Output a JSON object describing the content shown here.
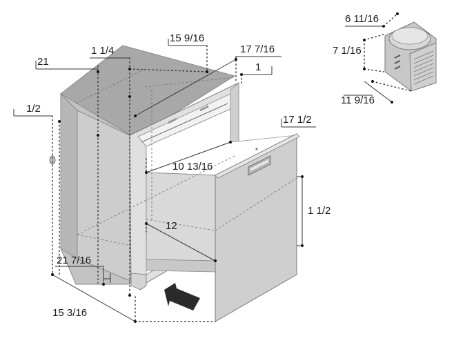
{
  "diagram": {
    "labels": {
      "top_depth": "15 9/16",
      "top_width": "17 7/16",
      "top_right_offset": "1",
      "top_left_offset": "1 1/4",
      "left_depth": "21",
      "left_offset": "1/2",
      "bottom_depth": "21 7/16",
      "bottom_width": "15 3/16",
      "drawer_front_width": "17 1/2",
      "drawer_opening": "10 13/16",
      "drawer_depth": "12",
      "drawer_height": "1 1/2",
      "unit_height": "6 11/16",
      "unit_depth": "7 1/16",
      "unit_width": "11 9/16"
    },
    "colors": {
      "cabinet_side": "#c9c9c9",
      "cabinet_top": "#a9a9a9",
      "cabinet_back": "#b8b8b8",
      "frame": "#dcdcdc",
      "drawer_front": "#cfcfcf",
      "arrow": "#2b2b2b",
      "line": "#333333"
    }
  }
}
